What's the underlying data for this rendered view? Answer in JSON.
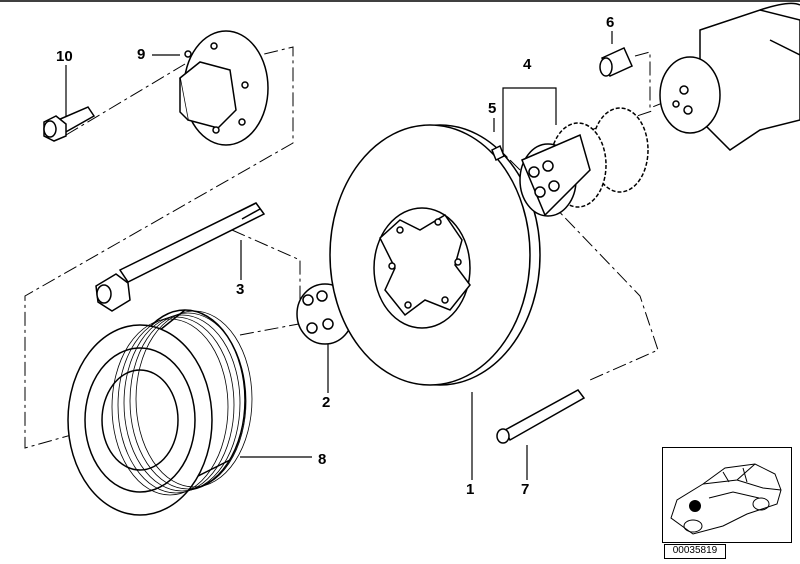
{
  "callouts": [
    {
      "id": "1",
      "label": "1"
    },
    {
      "id": "2",
      "label": "2"
    },
    {
      "id": "3",
      "label": "3"
    },
    {
      "id": "4",
      "label": "4"
    },
    {
      "id": "5",
      "label": "5"
    },
    {
      "id": "6",
      "label": "6"
    },
    {
      "id": "7",
      "label": "7"
    },
    {
      "id": "8",
      "label": "8"
    },
    {
      "id": "9",
      "label": "9"
    },
    {
      "id": "10",
      "label": "10"
    }
  ],
  "diagram_id": "00035819",
  "colors": {
    "line": "#000000",
    "background": "#ffffff"
  }
}
